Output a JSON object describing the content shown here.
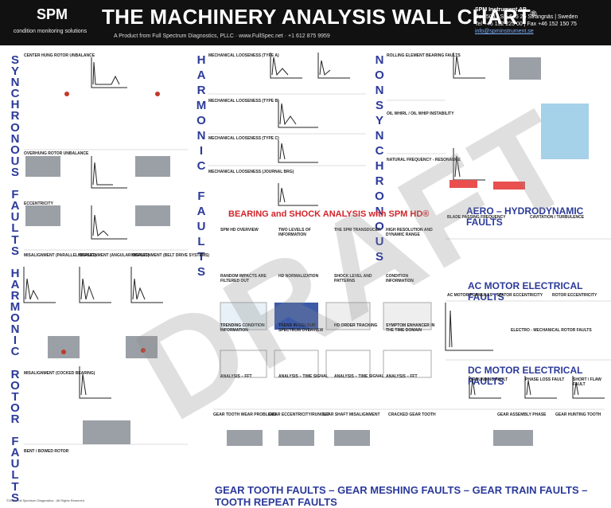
{
  "header": {
    "logo": "SPM",
    "logo_subtitle": "condition monitoring solutions",
    "title": "THE MACHINERY ANALYSIS WALL CHART",
    "registered": "®",
    "subtitle": "A Product from Full Spectrum Diagnostics, PLLC · www.FullSpec.net · +1 612 875 9959",
    "company_name": "SPM Instrument AB",
    "company_address": "Box 504 | SE-645 25 Strängnäs | Sweden",
    "company_phone": "Tel +46 152 225 00 | Fax +46 152 150 75",
    "company_email": "info@spminstrument.se"
  },
  "left_vertical": [
    "S",
    "Y",
    "N",
    "C",
    "H",
    "R",
    "O",
    "N",
    "O",
    "U",
    "S",
    "",
    "F",
    "A",
    "U",
    "L",
    "T",
    "S",
    "",
    "H",
    "A",
    "R",
    "M",
    "O",
    "N",
    "I",
    "C",
    "",
    "R",
    "O",
    "T",
    "O",
    "R",
    "",
    "F",
    "A",
    "U",
    "L",
    "T",
    "S"
  ],
  "center_vertical": [
    "H",
    "A",
    "R",
    "M",
    "O",
    "N",
    "I",
    "C",
    "",
    "F",
    "A",
    "U",
    "L",
    "T",
    "S"
  ],
  "right_vertical": [
    "N",
    "O",
    "N",
    "S",
    "Y",
    "N",
    "C",
    "H",
    "R",
    "O",
    "N",
    "O",
    "U",
    "S"
  ],
  "sections": {
    "bearing_shock": "BEARING and SHOCK ANALYSIS with SPM HD®",
    "aero": "AERO – HYDRODYNAMIC FAULTS",
    "ac_motor": "AC MOTOR ELECTRICAL FAULTS",
    "dc_motor": "DC MOTOR ELECTRICAL FAULTS",
    "gear": "GEAR TOOTH FAULTS – GEAR MESHING FAULTS – GEAR TRAIN FAULTS – TOOTH REPEAT FAULTS"
  },
  "mini_titles": {
    "unbalance": "CENTER HUNG ROTOR UNBALANCE",
    "overhung": "OVERHUNG ROTOR UNBALANCE",
    "eccentricity": "ECCENTRICITY",
    "misalignment1": "MISALIGNMENT (PARALLEL OFFSET)",
    "misalignment2": "MISALIGNMENT (ANGULAR OFFSET)",
    "misalignment3": "MISALIGNMENT (BELT DRIVE SYSTEMS)",
    "bearing_misalign": "MISALIGNMENT (COCKED BEARING)",
    "bent_shaft": "BENT / BOWED ROTOR",
    "looseness_a": "MECHANICAL LOOSENESS (TYPE A)",
    "looseness_b": "MECHANICAL LOOSENESS (TYPE B)",
    "looseness_c": "MECHANICAL LOOSENESS (TYPE C)",
    "journal": "MECHANICAL LOOSENESS (JOURNAL BRG)",
    "rolling": "ROLLING ELEMENT BEARING FAULTS",
    "oil_whirl": "OIL WHIRL / OIL WHIP INSTABILITY",
    "resonance": "NATURAL FREQUENCY - RESONANCE",
    "blade": "BLADE PASSING FREQUENCY",
    "cavitation": "CAVITATION / TURBULENCE",
    "ac_formulas": "AC MOTOR FORMULAS",
    "stator": "STATOR ECCENTRICITY",
    "rotor_eccentric": "ROTOR ECCENTRICITY",
    "electro": "ELECTRO - MECHANICAL ROTOR FAULTS",
    "grounding": "GROUNDING FAULT",
    "phase_loss": "PHASE LOSS FAULT",
    "short": "SHORT / FLAW FAULT",
    "gear_wear": "GEAR TOOTH WEAR PROBLEMS",
    "gear_ecc": "GEAR ECCENTRICITY/RUNOUT",
    "gear_misalign": "GEAR SHAFT MISALIGNMENT",
    "cracked": "CRACKED GEAR TOOTH",
    "hunting": "GEAR HUNTING TOOTH",
    "assembly": "GEAR ASSEMBLY PHASE"
  },
  "bearing_steps": [
    "SPM HD OVERVIEW",
    "TWO LEVELS OF INFORMATION",
    "THE SPM TRANSDUCER",
    "HIGH RESOLUTION AND DYNAMIC RANGE",
    "RANDOM IMPACTS ARE FILTERED OUT",
    "HD NORMALIZATION",
    "SHOCK LEVEL AND PATTERNS",
    "CONDITION INFORMATION",
    "TRENDING CONDITION INFORMATION",
    "TREND IN COLOUR SPECTRUM OVERVIEW",
    "HD ORDER TRACKING",
    "SYMPTOM ENHANCER IN THE TIME DOMAIN",
    "ANALYSIS – FFT",
    "ANALYSIS – TIME SIGNAL",
    "ANALYSIS – TIME SIGNAL",
    "ANALYSIS – FFT"
  ],
  "watermark": "DRAFT",
  "copyright": "©2013 Full Spectrum Diagnostics - All Rights Reserved"
}
